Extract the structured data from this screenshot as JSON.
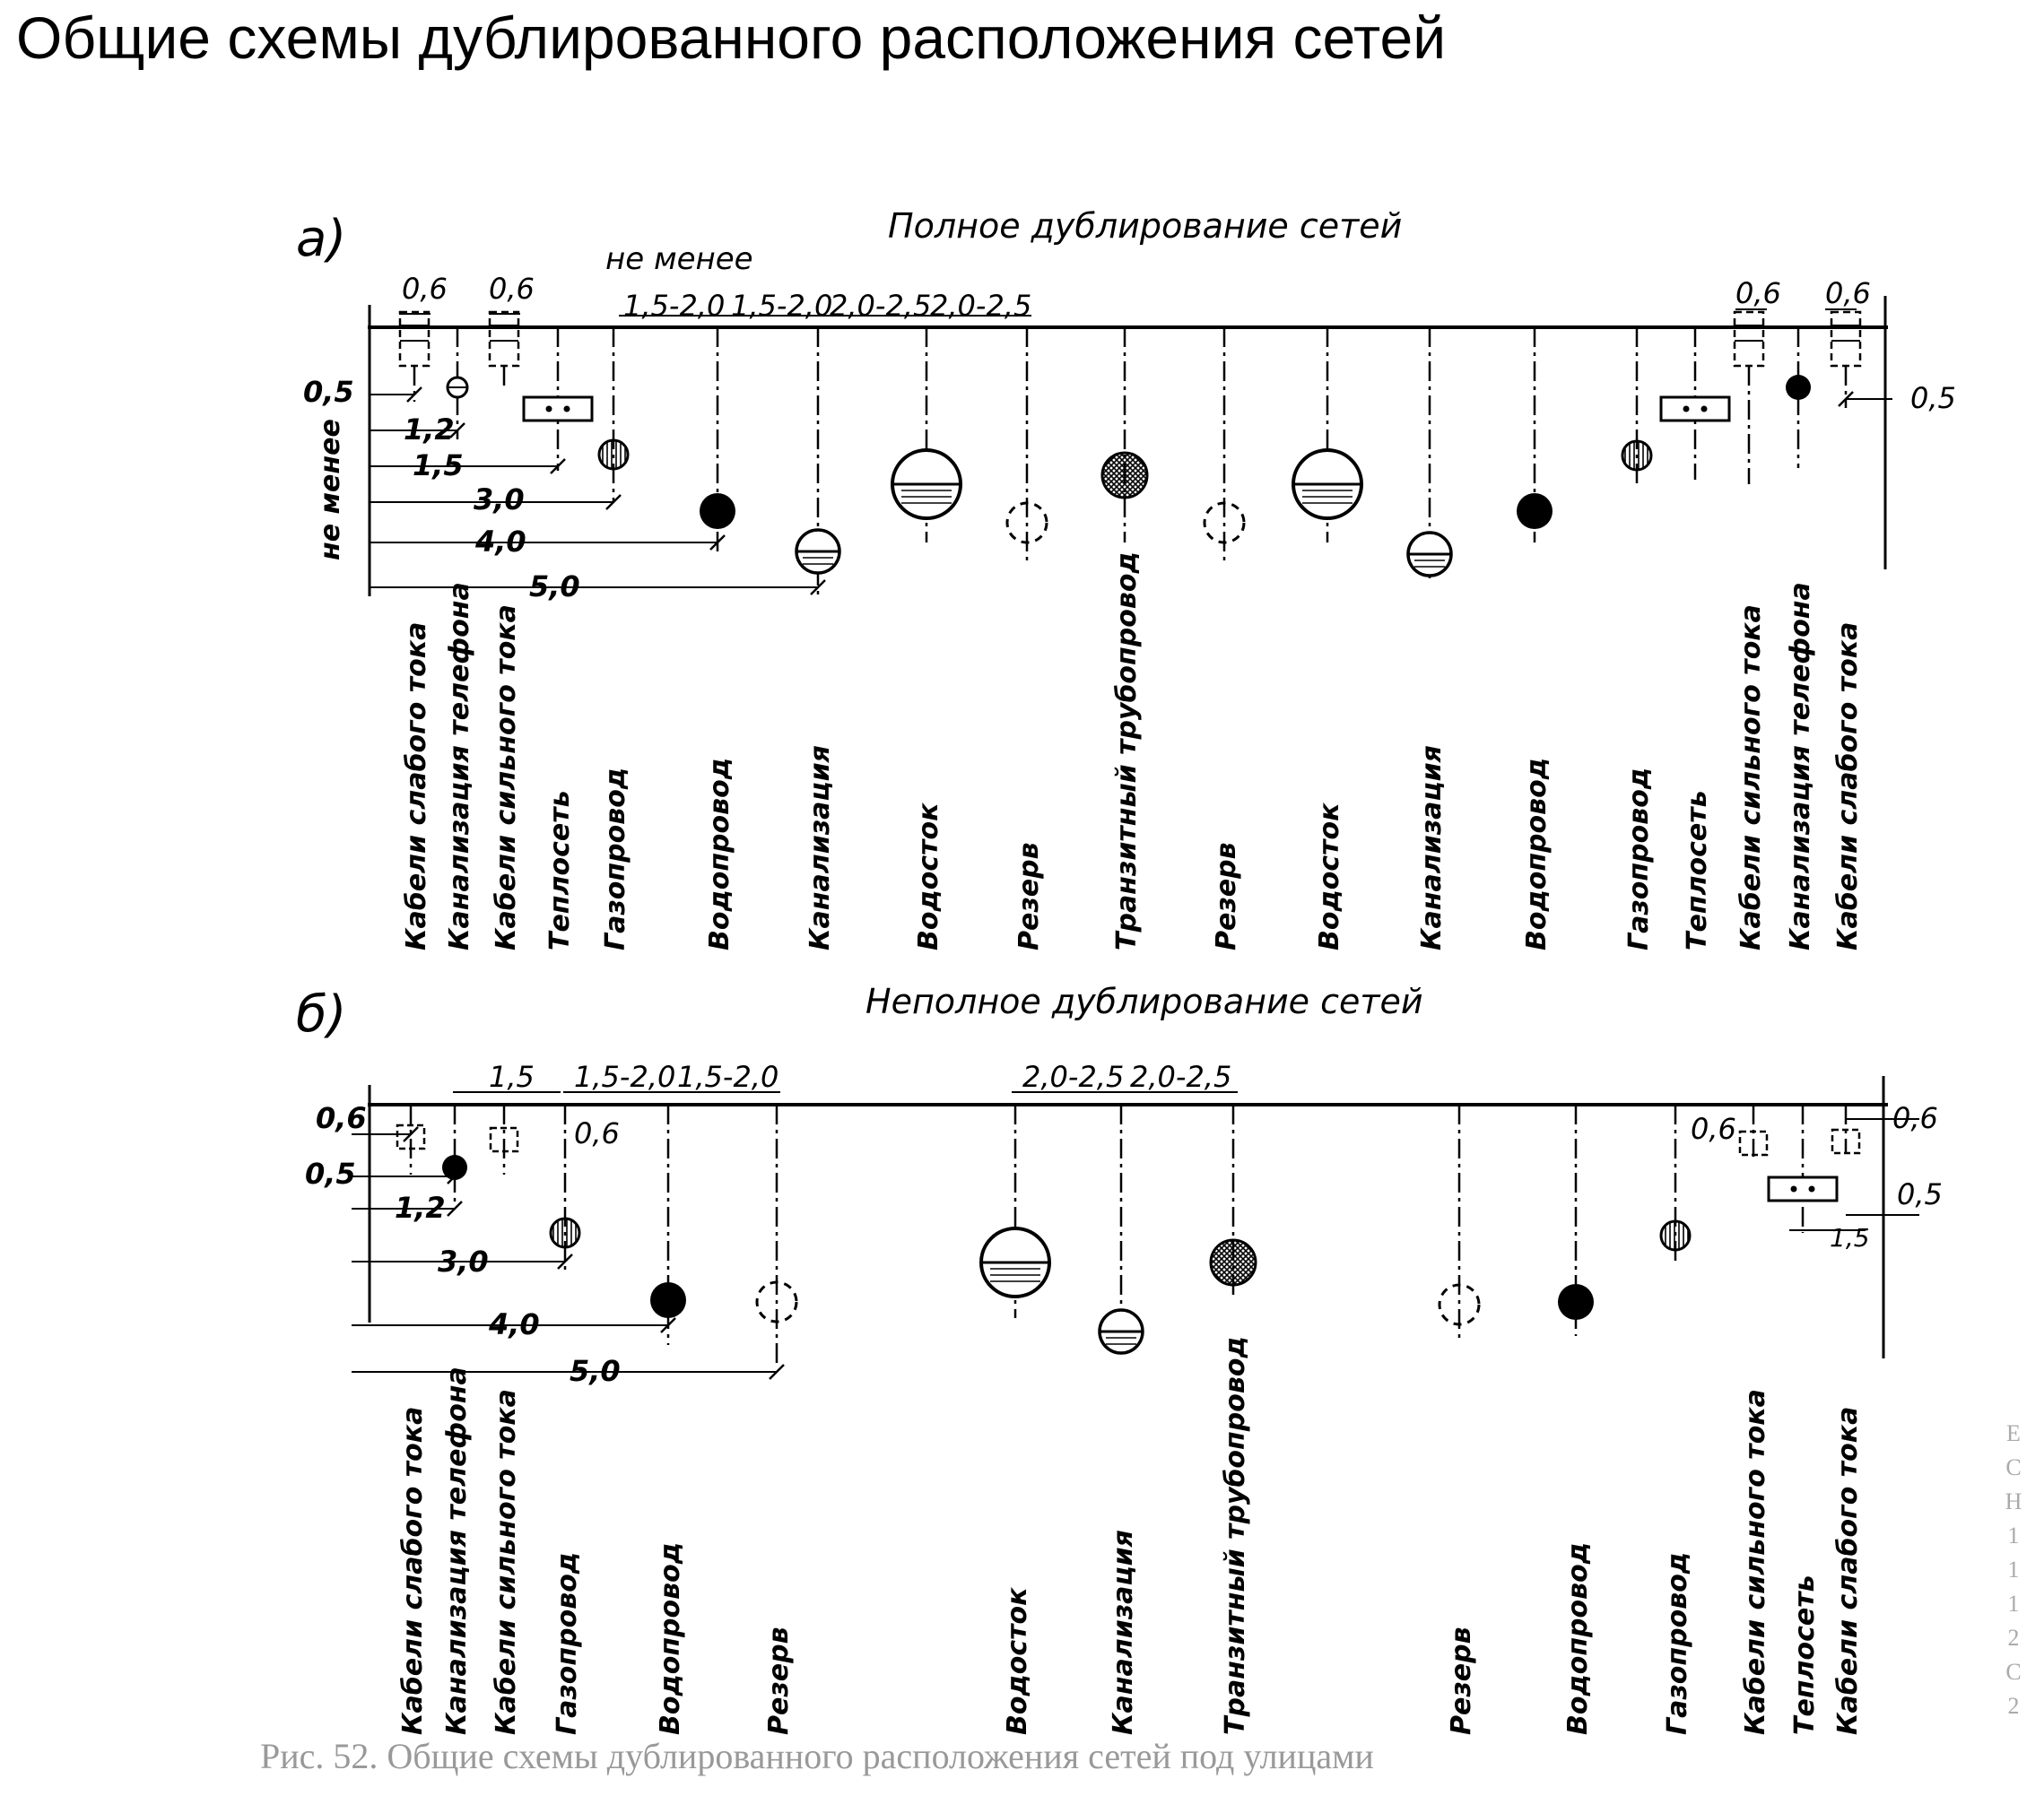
{
  "title": "Общие схемы дублированного расположения сетей",
  "diagram_a": {
    "letter": "а)",
    "heading": "Полное дублирование сетей",
    "note_min_top": "не менее",
    "note_min_side": "не менее",
    "top_dims": [
      "0,6",
      "0,6",
      "1,5-2,0",
      "1,5-2,0",
      "2,0-2,5",
      "2,0-2,5",
      "0,6",
      "0,6"
    ],
    "left_dims": [
      "0,5",
      "1,2",
      "1,5",
      "3,0",
      "4,0",
      "5,0"
    ],
    "right_dim": "0,5",
    "labels": [
      "Кабели слабого тока",
      "Канализация телефона",
      "Кабели сильного тока",
      "Теплосеть",
      "Газопровод",
      "Водопровод",
      "Канализация",
      "Водосток",
      "Резерв",
      "Транзитный трубопровод",
      "Резерв",
      "Водосток",
      "Канализация",
      "Водопровод",
      "Газопровод",
      "Теплосеть",
      "Кабели сильного тока",
      "Канализация телефона",
      "Кабели слабого тока"
    ]
  },
  "diagram_b": {
    "letter": "б)",
    "heading": "Неполное дублирование сетей",
    "top_dims": [
      "1,5",
      "1,5-2,0",
      "1,5-2,0",
      "2,0-2,5",
      "2,0-2,5"
    ],
    "left_dims": [
      "0,6",
      "0,5",
      "1,2",
      "3,0",
      "4,0",
      "5,0"
    ],
    "inner_dims": [
      "0,6",
      "0,6",
      "1,5"
    ],
    "right_dims": [
      "0,6",
      "0,5"
    ],
    "labels": [
      "Кабели слабого тока",
      "Канализация телефона",
      "Кабели сильного тока",
      "Газопровод",
      "Водопровод",
      "Резерв",
      "Водосток",
      "Канализация",
      "Транзитный трубопровод",
      "Резерв",
      "Водопровод",
      "Газопровод",
      "Кабели сильного тока",
      "Теплосеть",
      "Кабели слабого тока"
    ]
  },
  "caption": "Рис. 52. Общие схемы дублированного расположения сетей под улицами",
  "edge_text": [
    "Е",
    "С",
    "Н",
    "1",
    "1",
    "1",
    "2",
    "С",
    "2"
  ]
}
